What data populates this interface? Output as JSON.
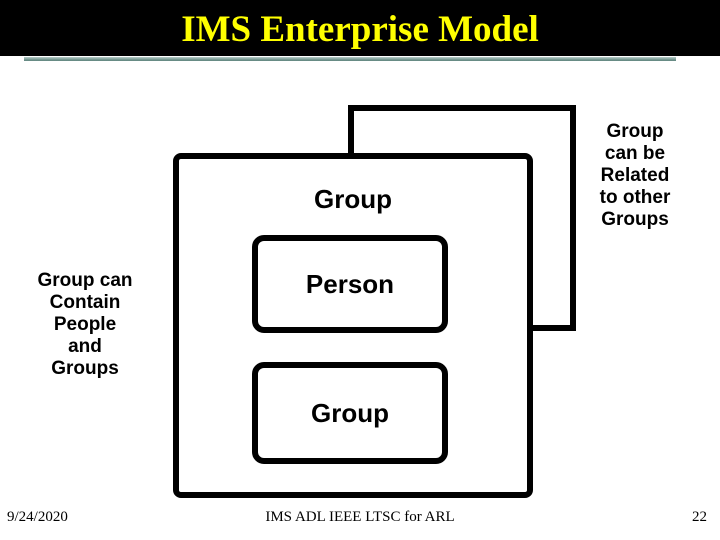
{
  "slide": {
    "title": "IMS Enterprise Model",
    "footer": {
      "date": "9/24/2020",
      "center": "IMS ADL IEEE LTSC for ARL",
      "page_number": "22"
    }
  },
  "diagram": {
    "outer_group_label": "Group",
    "person_label": "Person",
    "inner_group_label": "Group",
    "left_note": "Group can\nContain\nPeople\nand\nGroups",
    "right_note": "Group\ncan be\nRelated\nto other\nGroups"
  },
  "colors": {
    "title_text": "#FFFF00",
    "title_bar_bg": "#000000",
    "separator_line": "#7E9E98",
    "diagram_stroke": "#000000",
    "slide_bg": "#FFFFFF"
  }
}
